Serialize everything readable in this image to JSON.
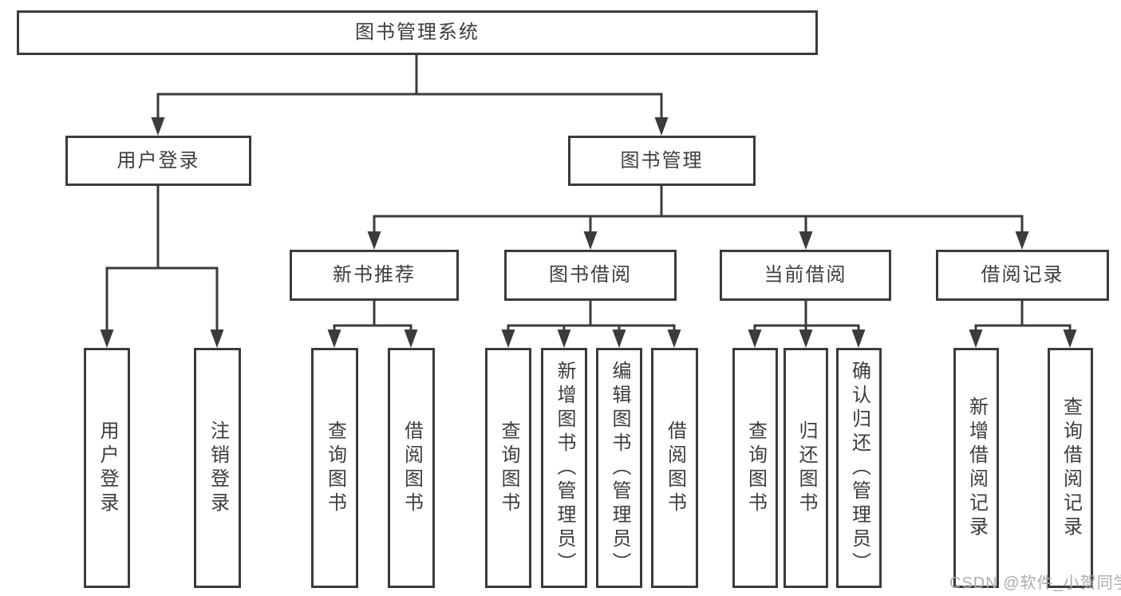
{
  "tree": {
    "label": "图书管理系统",
    "children": [
      {
        "label": "用户登录",
        "children": [
          {
            "label": "用户登录"
          },
          {
            "label": "注销登录"
          }
        ]
      },
      {
        "label": "图书管理",
        "children": [
          {
            "label": "新书推荐",
            "children": [
              {
                "label": "查询图书"
              },
              {
                "label": "借阅图书"
              }
            ]
          },
          {
            "label": "图书借阅",
            "children": [
              {
                "label": "查询图书"
              },
              {
                "label": "新增图书（管理员）"
              },
              {
                "label": "编辑图书（管理员）"
              },
              {
                "label": "借阅图书"
              }
            ]
          },
          {
            "label": "当前借阅",
            "children": [
              {
                "label": "查询图书"
              },
              {
                "label": "归还图书"
              },
              {
                "label": "确认归还（管理员）"
              }
            ]
          },
          {
            "label": "借阅记录",
            "children": [
              {
                "label": "新增借阅记录"
              },
              {
                "label": "查询借阅记录"
              }
            ]
          }
        ]
      }
    ]
  },
  "watermark": {
    "text": "CSDN @软件_小贺同学"
  },
  "colors": {
    "line": "#3b3b3b",
    "text": "#3d3d3d",
    "box_fill": "#ffffff",
    "background": "#ffffff",
    "watermark": "#ababab"
  }
}
